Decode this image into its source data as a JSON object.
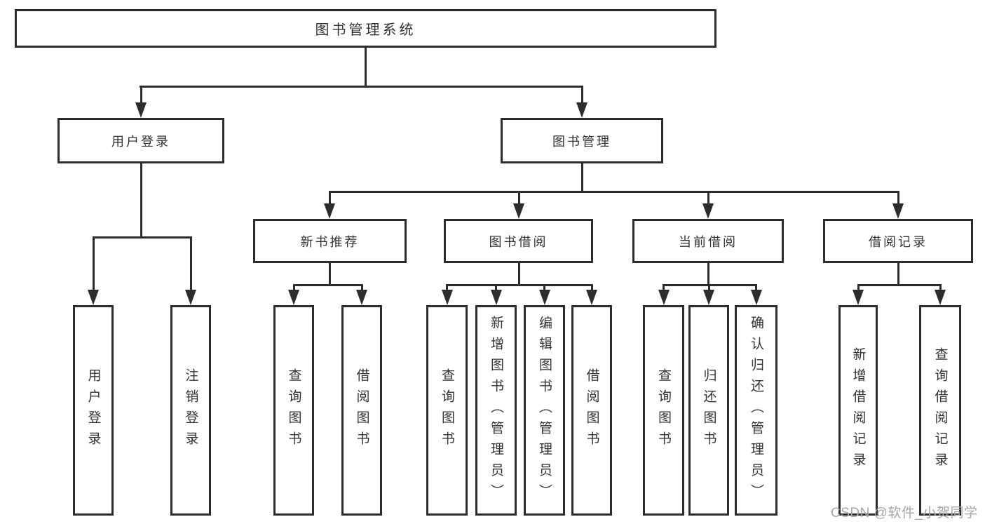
{
  "diagram": {
    "title": "图书管理系统",
    "level2": {
      "user_login": "用户登录",
      "book_mgmt": "图书管理"
    },
    "level3": {
      "new_book_rec": "新书推荐",
      "book_borrow": "图书借阅",
      "current_borrow": "当前借阅",
      "borrow_record": "借阅记录"
    },
    "leaves": {
      "user_login": "用户登录",
      "logout": "注销登录",
      "nbr_query_books": "查询图书",
      "nbr_borrow_books": "借阅图书",
      "bb_query_books": "查询图书",
      "bb_add_books_admin": "新增图书（管理员）",
      "bb_edit_books_admin": "编辑图书（管理员）",
      "bb_borrow_books": "借阅图书",
      "cb_query_books": "查询图书",
      "cb_return_books": "归还图书",
      "cb_confirm_return_admin": "确认归还（管理员）",
      "br_add_record": "新增借阅记录",
      "br_query_record": "查询借阅记录"
    }
  },
  "watermark": "CSDN @软件_小贺同学",
  "colors": {
    "background": "#ffffff",
    "box_border": "#2d2d2d",
    "line": "#2d2d2d",
    "text": "#333333",
    "watermark": "#a6a6a6"
  }
}
